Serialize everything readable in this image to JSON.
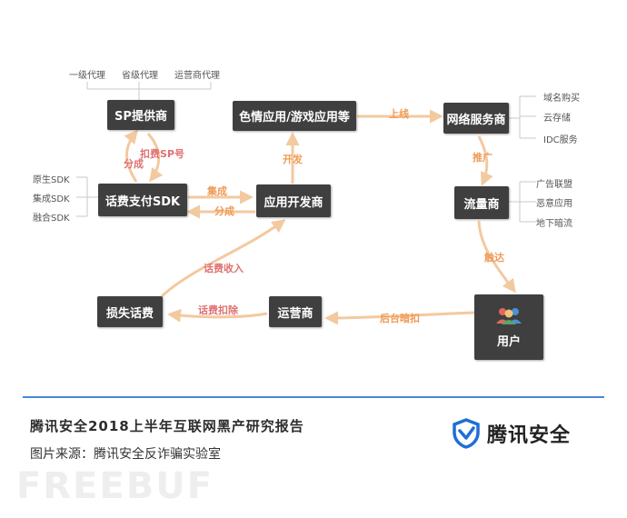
{
  "nodes": {
    "sp_provider": "SP提供商",
    "content_app": "色情应用/游戏应用等",
    "network_service": "网络服务商",
    "payment_sdk": "话费支付SDK",
    "app_dev": "应用开发商",
    "traffic": "流量商",
    "loss": "损失话费",
    "carrier": "运营商",
    "user": "用户"
  },
  "sub_labels": {
    "sp": [
      "一级代理",
      "省级代理",
      "运营商代理"
    ],
    "network": [
      "域名购买",
      "云存储",
      "IDC服务"
    ],
    "traffic": [
      "广告联盟",
      "恶意应用",
      "地下暗流"
    ],
    "sdk": [
      "原生SDK",
      "集成SDK",
      "融合SDK"
    ]
  },
  "edges": {
    "deduct_sp": "扣费SP号",
    "share_left": "分成",
    "integrate": "集成",
    "share_bottom": "分成",
    "develop": "开发",
    "go_online": "上线",
    "promote": "推广",
    "reach": "触达",
    "background_deduct": "后台暗扣",
    "fee_deduct": "话费扣除",
    "fee_income": "话费收入"
  },
  "colors": {
    "node": "#3f3f3f",
    "arrow": "#f3c9a0",
    "label_orange": "#ef9a55",
    "label_pink": "#e07070",
    "footer_line": "#4a86d4",
    "brand_blue": "#1e6fd6"
  },
  "footer": {
    "title": "腾讯安全2018上半年互联网黑产研究报告",
    "source": "图片来源：腾讯安全反诈骗实验室",
    "brand": "腾讯安全"
  },
  "watermark": "FREEBUF"
}
